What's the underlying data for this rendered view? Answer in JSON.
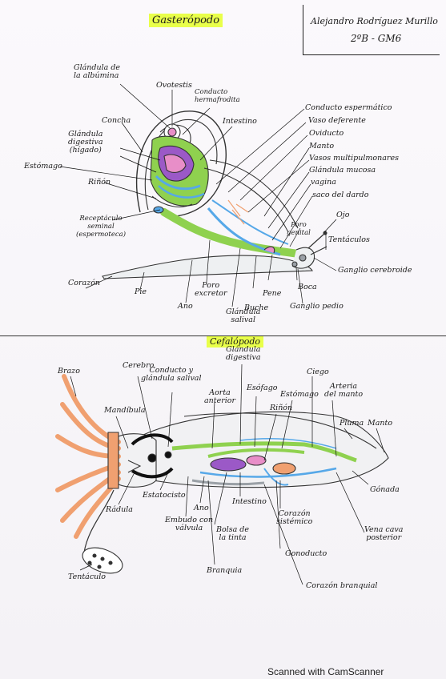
{
  "header": {
    "author_line1": "Alejandro Rodríguez Murillo",
    "author_line2": "2ºB - GM6"
  },
  "gastropod": {
    "title": "Gasterópodo",
    "labels": {
      "glandula_albumina": "Glándula de\nla albúmina",
      "ovotestis": "Ovotestis",
      "conducto_hermafrodita": "Conducto\nhermafrodita",
      "intestino": "Intestino",
      "concha": "Concha",
      "glandula_digestiva": "Glándula\ndigestiva\n(hígado)",
      "estomago": "Estómago",
      "rinon": "Riñón",
      "receptaculo_seminal": "Receptáculo\nseminal\n(espermoteca)",
      "corazon": "Corazón",
      "pie": "Pie",
      "ano": "Ano",
      "poro_excretor": "Poro\nexcretor",
      "glandula_salival": "Glándula\nsalival",
      "buche": "Buche",
      "pene": "Pene",
      "boca": "Boca",
      "ganglio_pedio": "Ganglio pedio",
      "conducto_espermatico": "Conducto espermático",
      "vaso_deferente": "Vaso deferente",
      "oviducto": "Oviducto",
      "manto": "Manto",
      "vasos_multipulmonares": "Vasos multipulmonares",
      "glandula_mucosa": "Glándula mucosa",
      "vagina": "vagina",
      "saco_dardo": "saco del dardo",
      "ojo": "Ojo",
      "poro_genital": "Poro\ngenital",
      "tentaculos": "Tentáculos",
      "ganglio_cerebroide": "Ganglio cerebroide"
    }
  },
  "cephalopod": {
    "title": "Cefalópodo",
    "labels": {
      "brazo": "Brazo",
      "cerebro": "Cerebro",
      "conducto_glandula_salival": "Conducto y\nglándula salival",
      "glandula_digestiva": "Glándula\ndigestiva",
      "aorta_anterior": "Aorta\nanterior",
      "esofago": "Esófago",
      "estomago": "Estómago",
      "ciego": "Ciego",
      "arteria_manto": "Arteria\ndel manto",
      "mandibula": "Mandíbula",
      "rinon": "Riñón",
      "pluma": "Pluma",
      "manto": "Manto",
      "radula": "Rádula",
      "estatocisto": "Estatocisto",
      "embudo_valvula": "Embudo con\nválvula",
      "ano": "Ano",
      "intestino": "Intestino",
      "corazon_sistemico": "Corazón\nsistémico",
      "gonada": "Gónada",
      "bolsa_tinta": "Bolsa de\nla tinta",
      "gonoducto": "Gonoducto",
      "vena_cava": "Vena cava\nposterior",
      "branquia": "Branquia",
      "corazon_branquial": "Corazón branquial",
      "tentaculo": "Tentáculo"
    }
  },
  "footer": {
    "scanner": "Scanned with CamScanner"
  },
  "colors": {
    "highlight": "#e9ff4a",
    "green": "#8fd14f",
    "pink": "#e88ec8",
    "purple": "#9b59c7",
    "blue": "#56a8e8",
    "orange": "#f0a070",
    "gray": "#9aa0a6"
  }
}
